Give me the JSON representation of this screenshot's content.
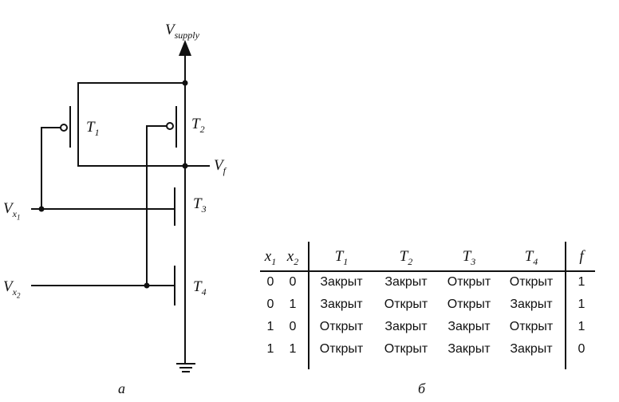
{
  "circuit": {
    "supply_label": "V",
    "supply_sub": "supply",
    "output_label": "V",
    "output_sub": "f",
    "input1_label": "V",
    "input1_sub": "x",
    "input1_subsub": "1",
    "input2_label": "V",
    "input2_sub": "x",
    "input2_subsub": "2",
    "t1": "T",
    "t1_sub": "1",
    "t2": "T",
    "t2_sub": "2",
    "t3": "T",
    "t3_sub": "3",
    "t4": "T",
    "t4_sub": "4",
    "caption": "а"
  },
  "table": {
    "caption": "б",
    "headers": [
      {
        "main": "x",
        "sub": "1"
      },
      {
        "main": "x",
        "sub": "2"
      },
      {
        "main": "T",
        "sub": "1"
      },
      {
        "main": "T",
        "sub": "2"
      },
      {
        "main": "T",
        "sub": "3"
      },
      {
        "main": "T",
        "sub": "4"
      },
      {
        "main": "f",
        "sub": ""
      }
    ],
    "rows": [
      [
        "0",
        "0",
        "Закрыт",
        "Закрыт",
        "Открыт",
        "Открыт",
        "1"
      ],
      [
        "0",
        "1",
        "Закрыт",
        "Открыт",
        "Открыт",
        "Закрыт",
        "1"
      ],
      [
        "1",
        "0",
        "Открыт",
        "Закрыт",
        "Закрыт",
        "Открыт",
        "1"
      ],
      [
        "1",
        "1",
        "Открыт",
        "Открыт",
        "Закрыт",
        "Закрыт",
        "0"
      ]
    ]
  }
}
